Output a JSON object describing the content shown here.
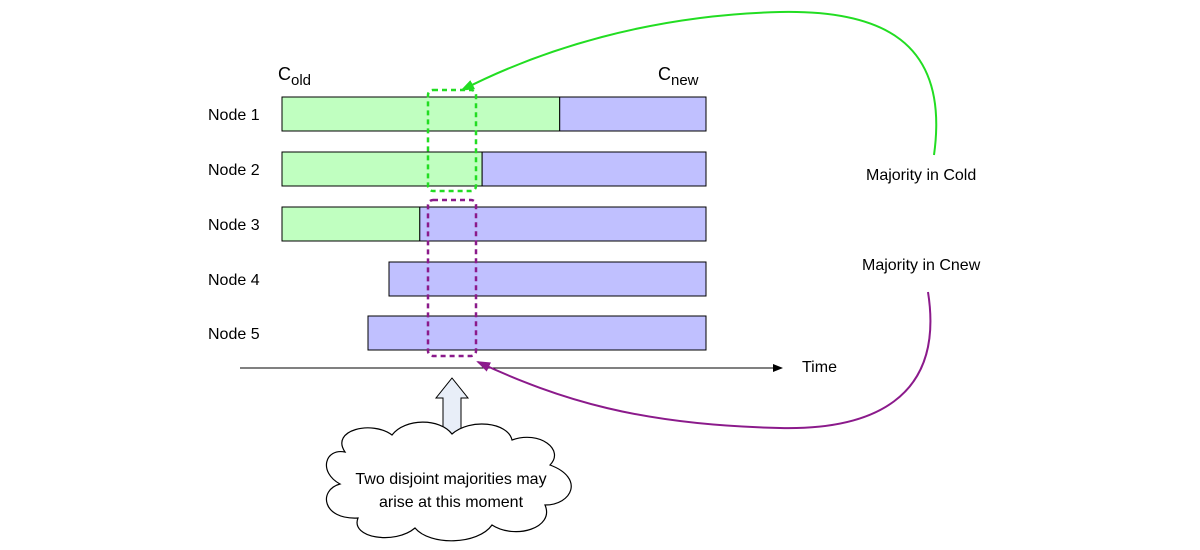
{
  "headers": {
    "old_base": "C",
    "old_sub": "old",
    "new_base": "C",
    "new_sub": "new"
  },
  "nodes": [
    {
      "label": "Node 1",
      "old_share": 0.655
    },
    {
      "label": "Node 2",
      "old_share": 0.472
    },
    {
      "label": "Node 3",
      "old_share": 0.325
    },
    {
      "label": "Node 4",
      "old_share": 0.0
    },
    {
      "label": "Node 5",
      "old_share": 0.0
    }
  ],
  "axis": {
    "label": "Time"
  },
  "annotations": {
    "majority_old": "Majority in Cold",
    "majority_new": "Majority in Cnew",
    "cloud_line1": "Two disjoint majorities may",
    "cloud_line2": "arise at this moment"
  },
  "colors": {
    "old_config": "#c0ffc0",
    "new_config": "#c0c0ff",
    "old_majority_stroke": "#22dd22",
    "new_majority_stroke": "#8b1a8b",
    "up_arrow_fill": "#e8eef8"
  }
}
